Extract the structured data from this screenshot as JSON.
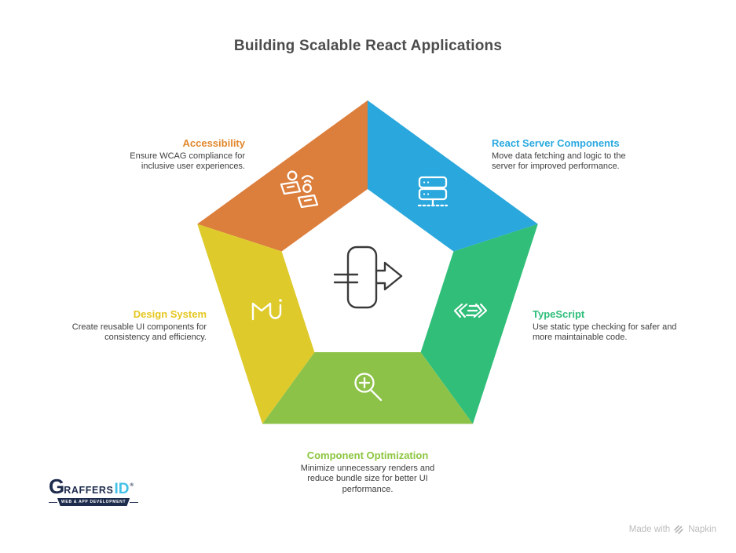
{
  "title": "Building Scalable React Applications",
  "text_color": "#3E3E3E",
  "sections": [
    {
      "id": "accessibility",
      "label": "Accessibility",
      "description": "Ensure WCAG compliance for\ninclusive user experiences.",
      "label_color": "#E1872C",
      "fill": "#DC7E3C",
      "icon": "users-wifi-icon"
    },
    {
      "id": "react-server-components",
      "label": "React Server Components",
      "description": "Move data fetching and logic to the\nserver for improved performance.",
      "label_color": "#29A9E0",
      "fill": "#2AA7DC",
      "icon": "server-icon"
    },
    {
      "id": "typescript",
      "label": "TypeScript",
      "description": "Use static type checking for safer and\nmore maintainable code.",
      "label_color": "#2EBE7A",
      "fill": "#30BE79",
      "icon": "code-sync-icon"
    },
    {
      "id": "component-optimization",
      "label": "Component Optimization",
      "description": "Minimize unnecessary renders and\nreduce bundle size for better UI\nperformance.",
      "label_color": "#8CC63F",
      "fill": "#8CC248",
      "icon": "zoom-in-icon"
    },
    {
      "id": "design-system",
      "label": "Design System",
      "description": "Create reusable UI components for\nconsistency and efficiency.",
      "label_color": "#E5C71F",
      "fill": "#DFCA2B",
      "icon": "mui-icon"
    }
  ],
  "center_icon": "component-export-icon",
  "center_icon_color": "#3A3A3A",
  "logo": {
    "part_g": "G",
    "part_raffers": "RAFFERS",
    "part_id": "ID",
    "registered": "®",
    "tagline": "WEB & APP DEVELOPMENT",
    "navy": "#1D2B4C",
    "cyan": "#41C0E8"
  },
  "credit": {
    "prefix": "Made with",
    "brand": "Napkin",
    "color": "#BDBDBD"
  }
}
